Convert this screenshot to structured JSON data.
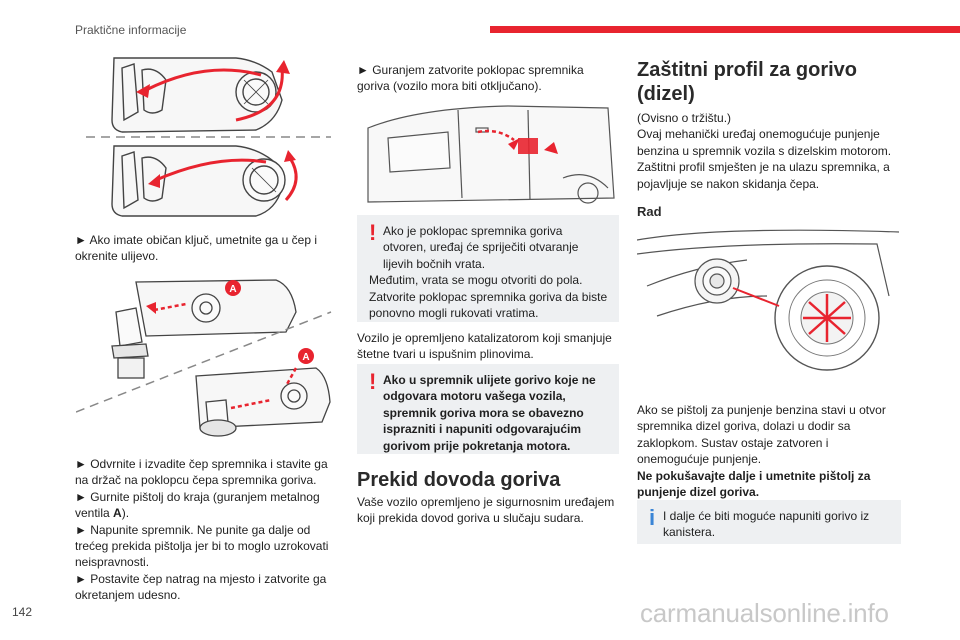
{
  "header": {
    "section": "Praktične informacije"
  },
  "page_number": "142",
  "watermark": "carmanualsonline.info",
  "col1": {
    "p1": "► Ako imate običan ključ, umetnite ga u čep i okrenite ulijevo.",
    "callout_a1": "A",
    "callout_a2": "A",
    "p2_l1": "► Odvrnite i izvadite čep spremnika i stavite ga na držač na poklopcu čepa spremnika goriva.",
    "p2_l2a": "► Gurnite pištolj do kraja (guranjem metalnog ventila ",
    "p2_l2b": "A",
    "p2_l2c": ").",
    "p2_l3": "► Napunite spremnik. Ne punite ga dalje od trećeg prekida pištolja jer bi to moglo uzrokovati neispravnosti.",
    "p2_l4": "► Postavite čep natrag na mjesto i zatvorite ga okretanjem udesno."
  },
  "col2": {
    "p1": "► Guranjem zatvorite poklopac spremnika goriva (vozilo mora biti otključano).",
    "warn1_l1": "Ako je poklopac spremnika goriva otvoren, uređaj će spriječiti otvaranje lijevih bočnih vrata.",
    "warn1_l2": "Međutim, vrata se mogu otvoriti do pola.",
    "warn1_l3": "Zatvorite poklopac spremnika goriva da biste ponovno mogli rukovati vratima.",
    "p2": "Vozilo je opremljeno katalizatorom koji smanjuje štetne tvari u ispušnim plinovima.",
    "warn2": "Ako u spremnik ulijete gorivo koje ne odgovara motoru vašega vozila, spremnik goriva mora se obavezno isprazniti i napuniti odgovarajućim gorivom prije pokretanja motora.",
    "heading": "Prekid dovoda goriva",
    "p3": "Vaše vozilo opremljeno je sigurnosnim uređajem koji prekida dovod goriva u slučaju sudara."
  },
  "col3": {
    "heading": "Zaštitni profil za gorivo (dizel)",
    "p1_l1": "(Ovisno o tržištu.)",
    "p1_l2": "Ovaj mehanički uređaj onemogućuje punjenje benzina u spremnik vozila s dizelskim motorom.",
    "p1_l3": "Zaštitni profil smješten je na ulazu spremnika, a pojavljuje se nakon skidanja čepa.",
    "subheading": "Rad",
    "p2": "Ako se pištolj za punjenje benzina stavi u otvor spremnika dizel goriva, dolazi u dodir sa zaklopkom. Sustav ostaje zatvoren i onemogućuje punjenje.",
    "p2_bold": "Ne pokušavajte dalje i umetnite pištolj za punjenje dizel goriva.",
    "info": "I dalje će biti moguće napuniti gorivo iz kanistera."
  },
  "colors": {
    "accent": "#e8242f",
    "info": "#3a85d6",
    "box_bg": "#eef0f2"
  }
}
